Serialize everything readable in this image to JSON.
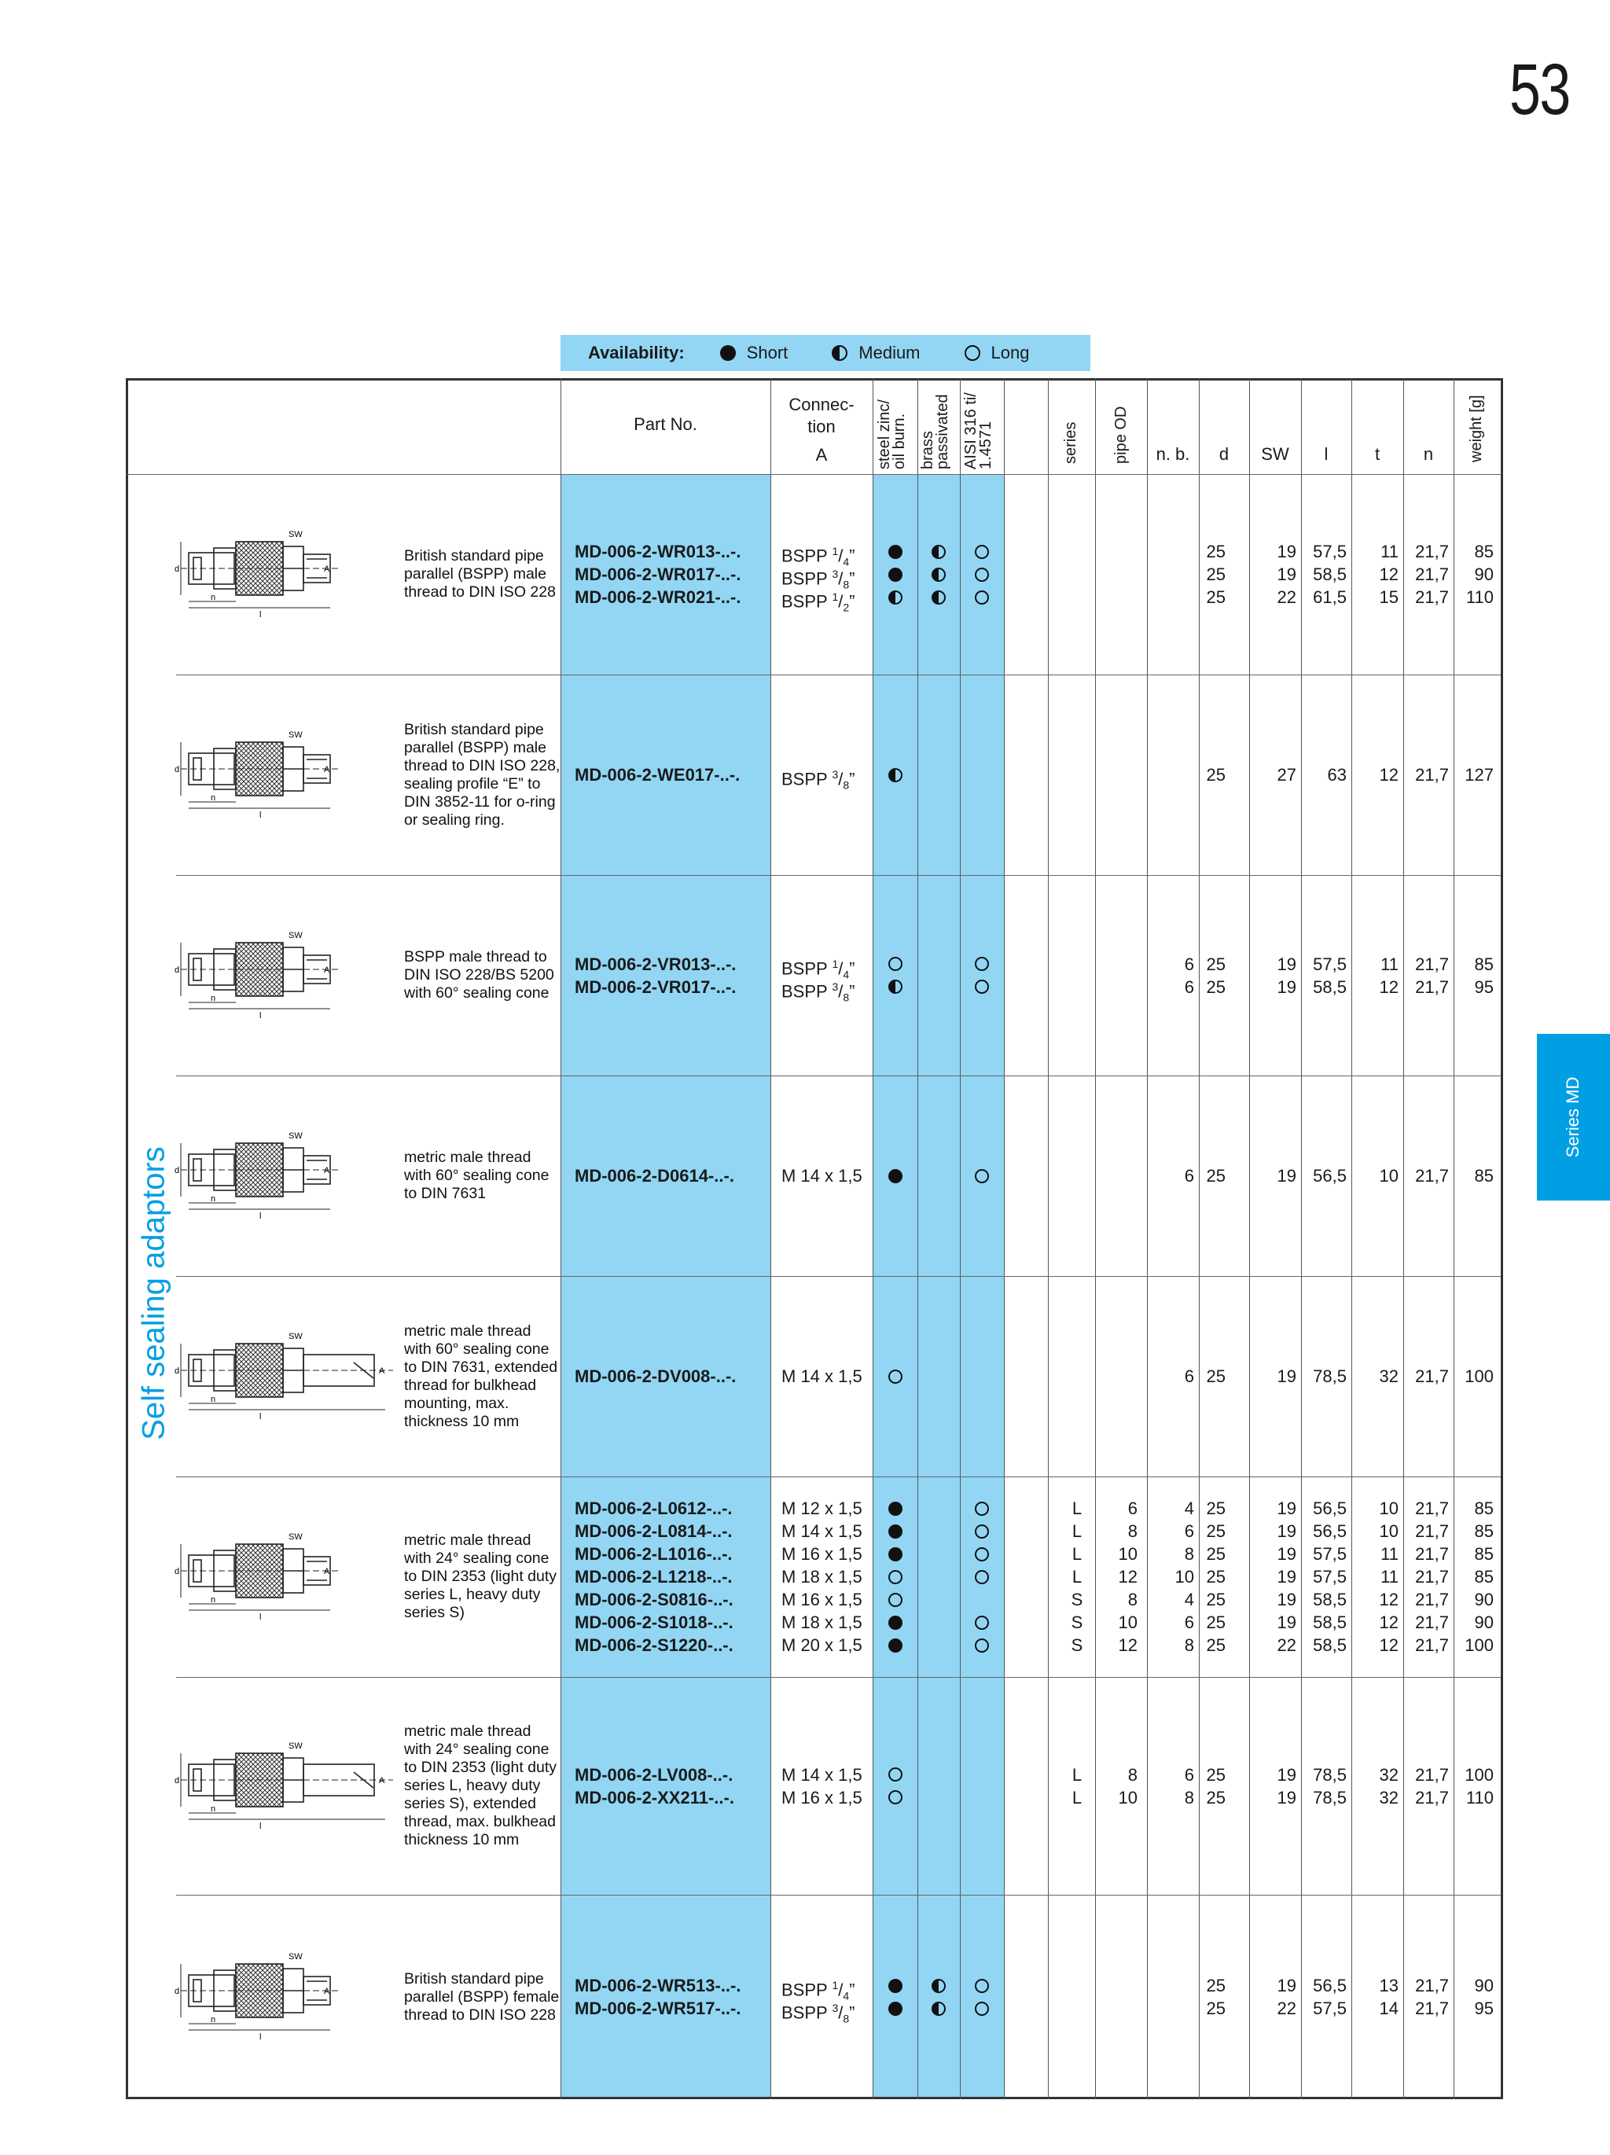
{
  "page_number": "53",
  "availability": {
    "label": "Availability:",
    "short": "Short",
    "medium": "Medium",
    "long": "Long"
  },
  "series_tab": "Series MD",
  "section_title": "Self sealing adaptors",
  "headers": {
    "part_no": "Part No.",
    "connection_line1": "Connec-",
    "connection_line2": "tion",
    "connection_line3": "A",
    "steel": "steel zinc/ oil burn.",
    "brass": "brass passivated",
    "aisi": "AISI 316 ti/ 1.4571",
    "series": "series",
    "pipe_od": "pipe OD",
    "nb": "n. b.",
    "d": "d",
    "sw": "SW",
    "l": "l",
    "t": "t",
    "n": "n",
    "weight": "weight [g]"
  },
  "groups": [
    {
      "description": "British standard pipe parallel (BSPP) male thread to DIN ISO 228",
      "drawing": "male-bspp-drawing",
      "rows": [
        {
          "part": "MD-006-2-WR013-..-.",
          "conn": "BSPP",
          "frac_num": "1",
          "frac_den": "4",
          "steel": "full",
          "brass": "half",
          "aisi": "empty",
          "series": "",
          "pipe_od": "",
          "nb": "",
          "d": "25",
          "sw": "19",
          "l": "57,5",
          "t": "11",
          "n": "21,7",
          "w": "85"
        },
        {
          "part": "MD-006-2-WR017-..-.",
          "conn": "BSPP",
          "frac_num": "3",
          "frac_den": "8",
          "steel": "full",
          "brass": "half",
          "aisi": "empty",
          "series": "",
          "pipe_od": "",
          "nb": "",
          "d": "25",
          "sw": "19",
          "l": "58,5",
          "t": "12",
          "n": "21,7",
          "w": "90"
        },
        {
          "part": "MD-006-2-WR021-..-.",
          "conn": "BSPP",
          "frac_num": "1",
          "frac_den": "2",
          "steel": "half",
          "brass": "half",
          "aisi": "empty",
          "series": "",
          "pipe_od": "",
          "nb": "",
          "d": "25",
          "sw": "22",
          "l": "61,5",
          "t": "15",
          "n": "21,7",
          "w": "110"
        }
      ]
    },
    {
      "description": "British standard pipe parallel (BSPP) male thread to DIN ISO 228, sealing profile “E” to DIN 3852-11 for o-ring or sealing ring.",
      "drawing": "male-bspp-e-drawing",
      "rows": [
        {
          "part": "MD-006-2-WE017-..-.",
          "conn": "BSPP",
          "frac_num": "3",
          "frac_den": "8",
          "steel": "half",
          "brass": "",
          "aisi": "",
          "series": "",
          "pipe_od": "",
          "nb": "",
          "d": "25",
          "sw": "27",
          "l": "63",
          "t": "12",
          "n": "21,7",
          "w": "127"
        }
      ]
    },
    {
      "description": "BSPP male thread to DIN ISO 228/BS 5200 with 60° sealing cone",
      "drawing": "bspp-cone-drawing",
      "rows": [
        {
          "part": "MD-006-2-VR013-..-.",
          "conn": "BSPP",
          "frac_num": "1",
          "frac_den": "4",
          "steel": "empty",
          "brass": "",
          "aisi": "empty",
          "series": "",
          "pipe_od": "",
          "nb": "6",
          "d": "25",
          "sw": "19",
          "l": "57,5",
          "t": "11",
          "n": "21,7",
          "w": "85"
        },
        {
          "part": "MD-006-2-VR017-..-.",
          "conn": "BSPP",
          "frac_num": "3",
          "frac_den": "8",
          "steel": "half",
          "brass": "",
          "aisi": "empty",
          "series": "",
          "pipe_od": "",
          "nb": "6",
          "d": "25",
          "sw": "19",
          "l": "58,5",
          "t": "12",
          "n": "21,7",
          "w": "95"
        }
      ]
    },
    {
      "description": "metric male thread with 60° sealing cone to DIN 7631",
      "drawing": "metric-60-drawing",
      "rows": [
        {
          "part": "MD-006-2-D0614-..-.",
          "conn": "M 14 x 1,5",
          "frac_num": "",
          "frac_den": "",
          "steel": "full",
          "brass": "",
          "aisi": "empty",
          "series": "",
          "pipe_od": "",
          "nb": "6",
          "d": "25",
          "sw": "19",
          "l": "56,5",
          "t": "10",
          "n": "21,7",
          "w": "85"
        }
      ]
    },
    {
      "description": "metric male thread with 60° sealing cone to DIN 7631, extended thread for bulkhead mounting, max. thickness 10 mm",
      "drawing": "metric-60-bulkhead-drawing",
      "rows": [
        {
          "part": "MD-006-2-DV008-..-.",
          "conn": "M 14 x 1,5",
          "frac_num": "",
          "frac_den": "",
          "steel": "empty",
          "brass": "",
          "aisi": "",
          "series": "",
          "pipe_od": "",
          "nb": "6",
          "d": "25",
          "sw": "19",
          "l": "78,5",
          "t": "32",
          "n": "21,7",
          "w": "100"
        }
      ]
    },
    {
      "description": "metric male thread with 24° sealing cone to DIN 2353 (light duty series L, heavy duty series S)",
      "drawing": "metric-24-drawing",
      "rows": [
        {
          "part": "MD-006-2-L0612-..-.",
          "conn": "M 12 x 1,5",
          "frac_num": "",
          "frac_den": "",
          "steel": "full",
          "brass": "",
          "aisi": "empty",
          "series": "L",
          "pipe_od": "6",
          "nb": "4",
          "d": "25",
          "sw": "19",
          "l": "56,5",
          "t": "10",
          "n": "21,7",
          "w": "85"
        },
        {
          "part": "MD-006-2-L0814-..-.",
          "conn": "M 14 x 1,5",
          "frac_num": "",
          "frac_den": "",
          "steel": "full",
          "brass": "",
          "aisi": "empty",
          "series": "L",
          "pipe_od": "8",
          "nb": "6",
          "d": "25",
          "sw": "19",
          "l": "56,5",
          "t": "10",
          "n": "21,7",
          "w": "85"
        },
        {
          "part": "MD-006-2-L1016-..-.",
          "conn": "M 16 x 1,5",
          "frac_num": "",
          "frac_den": "",
          "steel": "full",
          "brass": "",
          "aisi": "empty",
          "series": "L",
          "pipe_od": "10",
          "nb": "8",
          "d": "25",
          "sw": "19",
          "l": "57,5",
          "t": "11",
          "n": "21,7",
          "w": "85"
        },
        {
          "part": "MD-006-2-L1218-..-.",
          "conn": "M 18 x 1,5",
          "frac_num": "",
          "frac_den": "",
          "steel": "empty",
          "brass": "",
          "aisi": "empty",
          "series": "L",
          "pipe_od": "12",
          "nb": "10",
          "d": "25",
          "sw": "19",
          "l": "57,5",
          "t": "11",
          "n": "21,7",
          "w": "85"
        },
        {
          "part": "MD-006-2-S0816-..-.",
          "conn": "M 16 x 1,5",
          "frac_num": "",
          "frac_den": "",
          "steel": "empty",
          "brass": "",
          "aisi": "",
          "series": "S",
          "pipe_od": "8",
          "nb": "4",
          "d": "25",
          "sw": "19",
          "l": "58,5",
          "t": "12",
          "n": "21,7",
          "w": "90"
        },
        {
          "part": "MD-006-2-S1018-..-.",
          "conn": "M 18 x 1,5",
          "frac_num": "",
          "frac_den": "",
          "steel": "full",
          "brass": "",
          "aisi": "empty",
          "series": "S",
          "pipe_od": "10",
          "nb": "6",
          "d": "25",
          "sw": "19",
          "l": "58,5",
          "t": "12",
          "n": "21,7",
          "w": "90"
        },
        {
          "part": "MD-006-2-S1220-..-.",
          "conn": "M 20 x 1,5",
          "frac_num": "",
          "frac_den": "",
          "steel": "full",
          "brass": "",
          "aisi": "empty",
          "series": "S",
          "pipe_od": "12",
          "nb": "8",
          "d": "25",
          "sw": "22",
          "l": "58,5",
          "t": "12",
          "n": "21,7",
          "w": "100"
        }
      ]
    },
    {
      "description": "metric male thread with 24° sealing cone to DIN 2353 (light duty series L, heavy duty series S), extended thread, max. bulkhead thickness 10 mm",
      "drawing": "metric-24-bulkhead-drawing",
      "rows": [
        {
          "part": "MD-006-2-LV008-..-.",
          "conn": "M 14 x 1,5",
          "frac_num": "",
          "frac_den": "",
          "steel": "empty",
          "brass": "",
          "aisi": "",
          "series": "L",
          "pipe_od": "8",
          "nb": "6",
          "d": "25",
          "sw": "19",
          "l": "78,5",
          "t": "32",
          "n": "21,7",
          "w": "100"
        },
        {
          "part": "MD-006-2-XX211-..-.",
          "conn": "M 16 x 1,5",
          "frac_num": "",
          "frac_den": "",
          "steel": "empty",
          "brass": "",
          "aisi": "",
          "series": "L",
          "pipe_od": "10",
          "nb": "8",
          "d": "25",
          "sw": "19",
          "l": "78,5",
          "t": "32",
          "n": "21,7",
          "w": "110"
        }
      ]
    },
    {
      "description": "British standard pipe parallel (BSPP) female thread to DIN ISO 228",
      "drawing": "female-bspp-drawing",
      "rows": [
        {
          "part": "MD-006-2-WR513-..-.",
          "conn": "BSPP",
          "frac_num": "1",
          "frac_den": "4",
          "steel": "full",
          "brass": "half",
          "aisi": "empty",
          "series": "",
          "pipe_od": "",
          "nb": "",
          "d": "25",
          "sw": "19",
          "l": "56,5",
          "t": "13",
          "n": "21,7",
          "w": "90"
        },
        {
          "part": "MD-006-2-WR517-..-.",
          "conn": "BSPP",
          "frac_num": "3",
          "frac_den": "8",
          "steel": "full",
          "brass": "half",
          "aisi": "empty",
          "series": "",
          "pipe_od": "",
          "nb": "",
          "d": "25",
          "sw": "22",
          "l": "57,5",
          "t": "14",
          "n": "21,7",
          "w": "95"
        }
      ]
    }
  ],
  "colors": {
    "light_blue": "#92d6f4",
    "accent_blue": "#009fe3",
    "title_blue": "#00a0e3"
  }
}
